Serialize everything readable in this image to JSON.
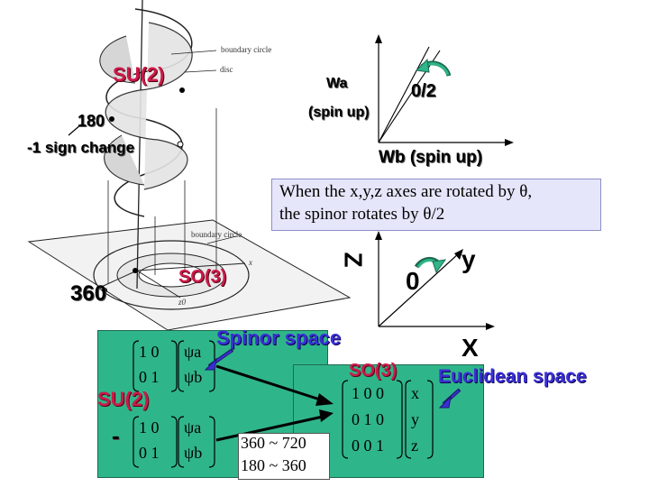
{
  "figure": {
    "helix_labels": {
      "boundary_circle_top": "boundary circle",
      "disc": "disc",
      "boundary_circle_bottom": "boundary circle",
      "x_axis": "x",
      "z0": "z0",
      "su2": "SU(2)",
      "so3": "SO(3)",
      "pt180": "180",
      "sign_change": "-1 sign change",
      "pt360": "360"
    },
    "spin_plot": {
      "wa": "Wa",
      "wa_sub": "(spin up)",
      "theta_half": "0/2",
      "wb": "Wb  (spin up)"
    },
    "note": {
      "line1": "When the x,y,z axes are rotated by θ,",
      "line2": " the spinor rotates by θ/2"
    },
    "axes3d": {
      "z": "Z",
      "y": "y",
      "theta": "0",
      "x": "X"
    },
    "spinor_box": {
      "title": "Spinor space",
      "su2": "SU(2)",
      "minus": "-",
      "m_row1": "1 0",
      "m_row2": "0 1",
      "psi_a": "ψa",
      "psi_b": "ψb"
    },
    "euclid_box": {
      "title": "Euclidean space",
      "so3": "SO(3)",
      "r1": "1 0 0",
      "r2": "0 1 0",
      "r3": "0 0  1",
      "vx": "x",
      "vy": "y",
      "vz": "z"
    },
    "angle_box": {
      "line1": "360 ~ 720",
      "line2": "180 ~ 360"
    }
  }
}
